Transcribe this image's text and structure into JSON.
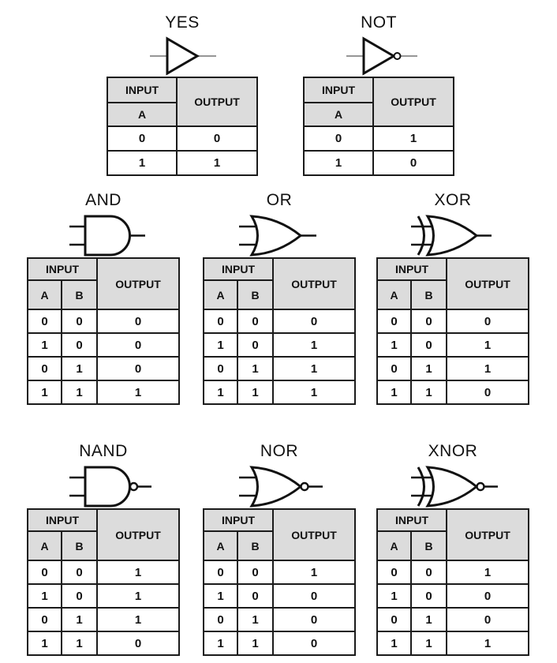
{
  "colors": {
    "header_bg": "#dcdcdc",
    "table_border": "#1b1b1b",
    "gate_stroke": "#111111",
    "buffer_line_gray": "#888888"
  },
  "gates": [
    {
      "title": "YES",
      "symbol": "buffer-gate",
      "headers": {
        "input": "INPUT",
        "output": "OUTPUT",
        "a": "A"
      },
      "rows": [
        [
          "0",
          "0"
        ],
        [
          "1",
          "1"
        ]
      ]
    },
    {
      "title": "NOT",
      "symbol": "not-gate",
      "headers": {
        "input": "INPUT",
        "output": "OUTPUT",
        "a": "A"
      },
      "rows": [
        [
          "0",
          "1"
        ],
        [
          "1",
          "0"
        ]
      ]
    },
    {
      "title": "AND",
      "symbol": "and-gate",
      "headers": {
        "input": "INPUT",
        "output": "OUTPUT",
        "a": "A",
        "b": "B"
      },
      "rows": [
        [
          "0",
          "0",
          "0"
        ],
        [
          "1",
          "0",
          "0"
        ],
        [
          "0",
          "1",
          "0"
        ],
        [
          "1",
          "1",
          "1"
        ]
      ]
    },
    {
      "title": "OR",
      "symbol": "or-gate",
      "headers": {
        "input": "INPUT",
        "output": "OUTPUT",
        "a": "A",
        "b": "B"
      },
      "rows": [
        [
          "0",
          "0",
          "0"
        ],
        [
          "1",
          "0",
          "1"
        ],
        [
          "0",
          "1",
          "1"
        ],
        [
          "1",
          "1",
          "1"
        ]
      ]
    },
    {
      "title": "XOR",
      "symbol": "xor-gate",
      "headers": {
        "input": "INPUT",
        "output": "OUTPUT",
        "a": "A",
        "b": "B"
      },
      "rows": [
        [
          "0",
          "0",
          "0"
        ],
        [
          "1",
          "0",
          "1"
        ],
        [
          "0",
          "1",
          "1"
        ],
        [
          "1",
          "1",
          "0"
        ]
      ]
    },
    {
      "title": "NAND",
      "symbol": "nand-gate",
      "headers": {
        "input": "INPUT",
        "output": "OUTPUT",
        "a": "A",
        "b": "B"
      },
      "rows": [
        [
          "0",
          "0",
          "1"
        ],
        [
          "1",
          "0",
          "1"
        ],
        [
          "0",
          "1",
          "1"
        ],
        [
          "1",
          "1",
          "0"
        ]
      ]
    },
    {
      "title": "NOR",
      "symbol": "nor-gate",
      "headers": {
        "input": "INPUT",
        "output": "OUTPUT",
        "a": "A",
        "b": "B"
      },
      "rows": [
        [
          "0",
          "0",
          "1"
        ],
        [
          "1",
          "0",
          "0"
        ],
        [
          "0",
          "1",
          "0"
        ],
        [
          "1",
          "1",
          "0"
        ]
      ]
    },
    {
      "title": "XNOR",
      "symbol": "xnor-gate",
      "headers": {
        "input": "INPUT",
        "output": "OUTPUT",
        "a": "A",
        "b": "B"
      },
      "rows": [
        [
          "0",
          "0",
          "1"
        ],
        [
          "1",
          "0",
          "0"
        ],
        [
          "0",
          "1",
          "0"
        ],
        [
          "1",
          "1",
          "1"
        ]
      ]
    }
  ]
}
